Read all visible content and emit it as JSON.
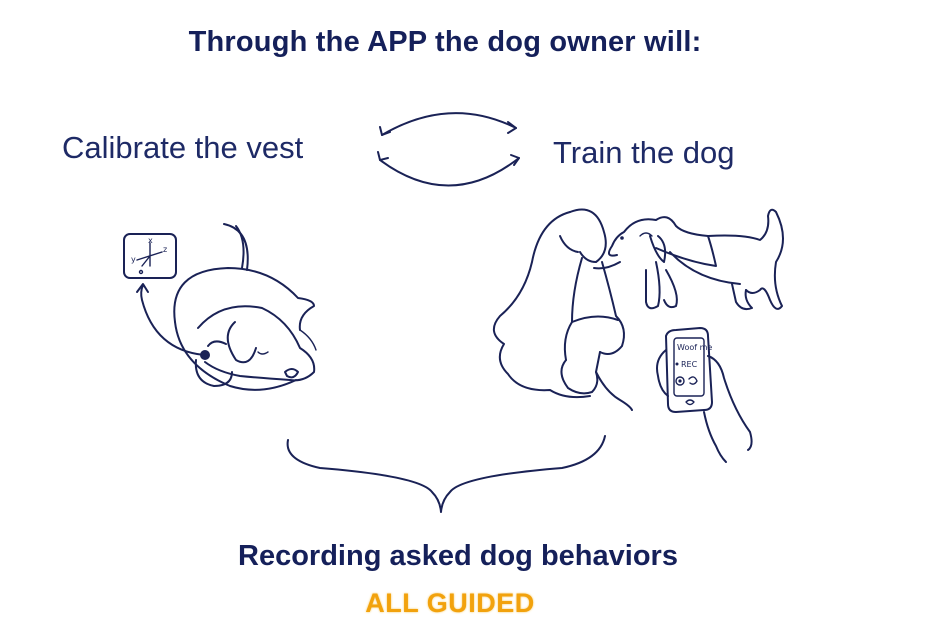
{
  "title": "Through the APP the dog owner will:",
  "left_step": "Calibrate the vest",
  "right_step": "Train the dog",
  "outcome": "Recording asked dog behaviors",
  "tagline": "ALL GUIDED",
  "colors": {
    "ink": "#1a2256",
    "accent": "#f2a20d"
  },
  "sensor_axes": {
    "x": "x",
    "y": "y",
    "z": "z"
  },
  "phone_screen": {
    "line1": "Woof me",
    "line2": "REC"
  }
}
